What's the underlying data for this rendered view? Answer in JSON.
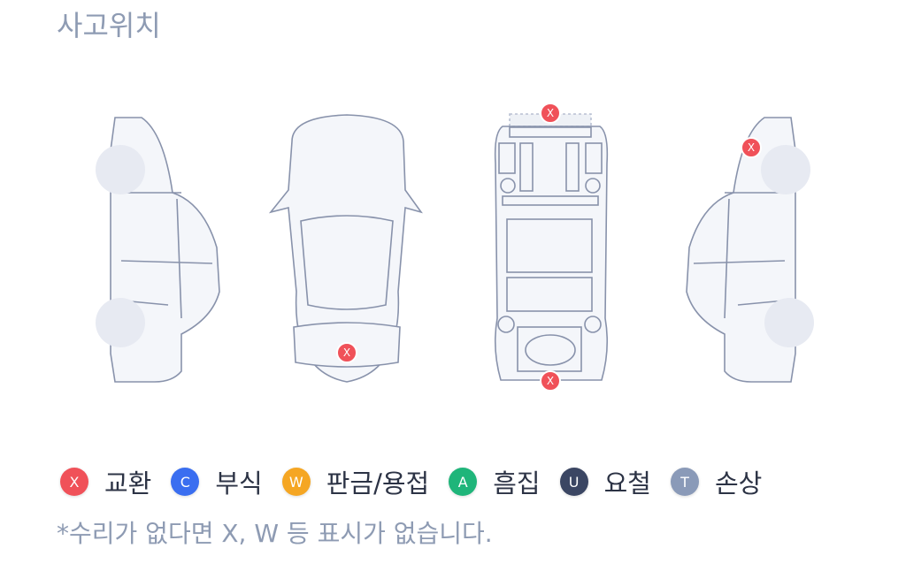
{
  "title": "사고위치",
  "legend": [
    {
      "code": "X",
      "label": "교환",
      "color": "#f05159"
    },
    {
      "code": "C",
      "label": "부식",
      "color": "#3a6ef0"
    },
    {
      "code": "W",
      "label": "판금/용접",
      "color": "#f5a623"
    },
    {
      "code": "A",
      "label": "흠집",
      "color": "#1fb57a"
    },
    {
      "code": "U",
      "label": "요철",
      "color": "#3b4663"
    },
    {
      "code": "T",
      "label": "손상",
      "color": "#8a9ab8"
    }
  ],
  "markers": [
    "X",
    "X",
    "X",
    "X"
  ],
  "note": "*수리가 없다면 X, W 등 표시가 없습니다."
}
